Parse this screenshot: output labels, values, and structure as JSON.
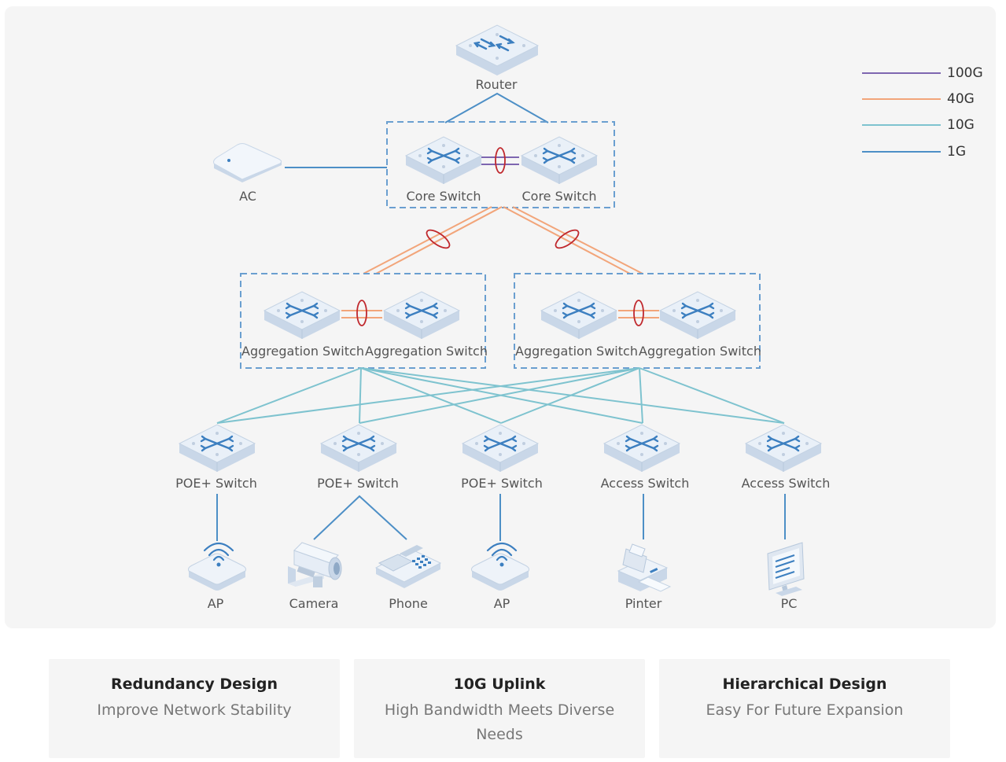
{
  "legend": [
    {
      "label": "100G",
      "color": "#7e66b0"
    },
    {
      "label": "40G",
      "color": "#f2a57a"
    },
    {
      "label": "10G",
      "color": "#7ec3cf"
    },
    {
      "label": "1G",
      "color": "#4d8fc6"
    }
  ],
  "colors": {
    "1G": "#4d8fc6",
    "10G": "#7ec3cf",
    "40G": "#f2a57a",
    "100G": "#7e66b0",
    "lag_ring": "#c0282d",
    "group_box": "#6a9fd0"
  },
  "nodes": {
    "router": "Router",
    "ac": "AC",
    "core_switch": "Core Switch",
    "aggregation_switch": "Aggregation Switch",
    "poe_switch": "POE+ Switch",
    "access_switch": "Access Switch",
    "ap": "AP",
    "camera": "Camera",
    "phone": "Phone",
    "printer": "Pinter",
    "pc": "PC"
  },
  "features": [
    {
      "title": "Redundancy Design",
      "desc": "Improve Network Stability"
    },
    {
      "title": "10G Uplink",
      "desc": "High Bandwidth Meets Diverse Needs"
    },
    {
      "title": "Hierarchical Design",
      "desc": "Easy For Future Expansion"
    }
  ]
}
